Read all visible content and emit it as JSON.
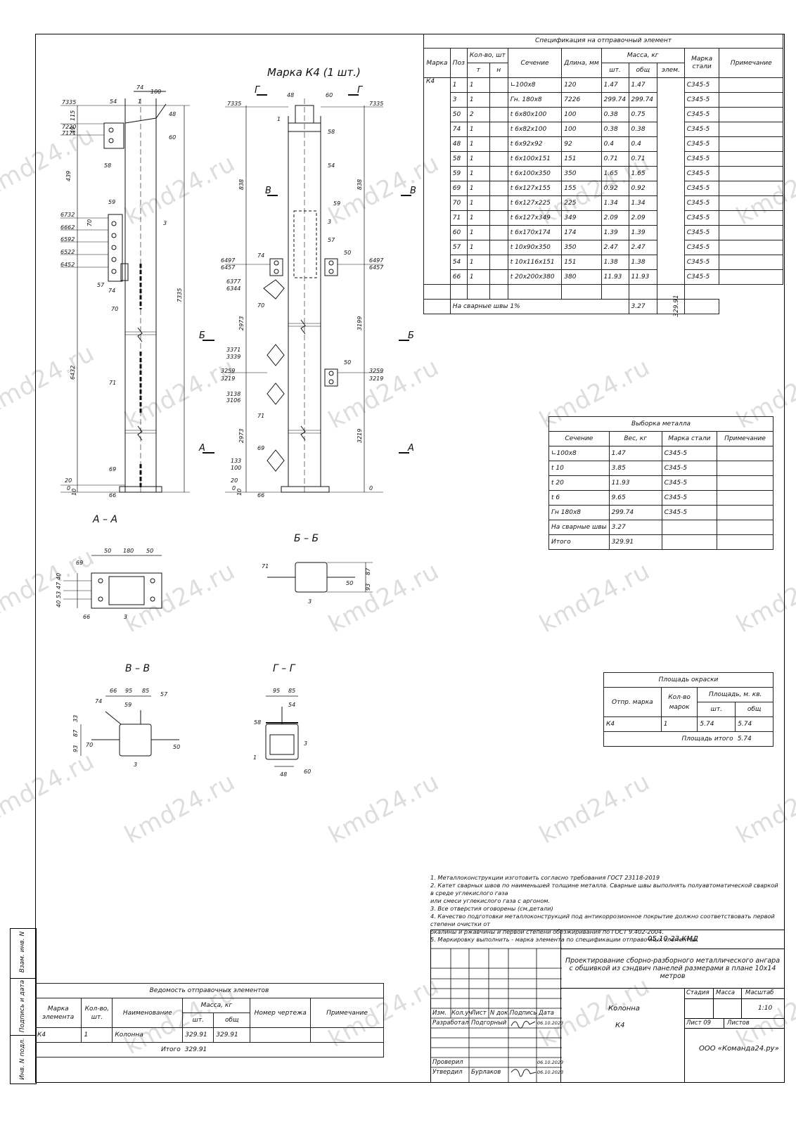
{
  "watermark": "kmd24.ru",
  "drawing": {
    "mark_title": "Марка К4 (1 шт.)",
    "section_labels": [
      "А – А",
      "Б – Б",
      "В – В",
      "Г – Г"
    ],
    "cut_letters": [
      "Г",
      "Г",
      "В",
      "В",
      "Б",
      "Б",
      "А",
      "А"
    ],
    "left_view_dims": [
      "7335",
      "7220",
      "7171",
      "439",
      "6732",
      "6662",
      "6592",
      "6522",
      "6452",
      "6432",
      "7335",
      "20",
      "0",
      "10",
      "74",
      "100",
      "115",
      "49",
      "70"
    ],
    "left_view_parts": [
      "54",
      "1",
      "48",
      "60",
      "58",
      "59",
      "3",
      "57",
      "74",
      "70",
      "71",
      "69",
      "66"
    ],
    "right_view_dims": [
      "7335",
      "7335",
      "838",
      "838",
      "6497",
      "6457",
      "6377",
      "6344",
      "2973",
      "3199",
      "3371",
      "3339",
      "3259",
      "3219",
      "3138",
      "3106",
      "2973",
      "3219",
      "133",
      "100",
      "20",
      "0",
      "10",
      "6497",
      "6457",
      "3259",
      "3219",
      "0"
    ],
    "right_view_parts": [
      "48",
      "60",
      "1",
      "58",
      "54",
      "59",
      "3",
      "57",
      "74",
      "50",
      "70",
      "50",
      "71",
      "69",
      "66"
    ],
    "section_aa": {
      "dims": [
        "50",
        "180",
        "50",
        "40",
        "47",
        "53",
        "40"
      ],
      "parts": [
        "69",
        "66",
        "3"
      ]
    },
    "section_bb": {
      "dims": [
        "87",
        "93"
      ],
      "parts": [
        "71",
        "50",
        "3"
      ]
    },
    "section_vv": {
      "dims": [
        "66",
        "95",
        "85",
        "33",
        "87",
        "93"
      ],
      "parts": [
        "74",
        "59",
        "57",
        "70",
        "50",
        "3"
      ]
    },
    "section_gg": {
      "dims": [
        "95",
        "85"
      ],
      "parts": [
        "58",
        "54",
        "1",
        "3",
        "48",
        "60"
      ]
    }
  },
  "spec": {
    "title": "Спецификация на отправочный элемент",
    "headers": {
      "marka": "Марка",
      "poz": "Поз",
      "kolvo": "Кол-во, шт",
      "t": "т",
      "n": "н",
      "sechenie": "Сечение",
      "dlina": "Длина, мм",
      "massa": "Масса, кг",
      "sht": "шт.",
      "obsh": "общ",
      "elem": "элем.",
      "marka_stali": "Марка стали",
      "primech": "Примечание"
    },
    "mark": "К4",
    "rows": [
      [
        "1",
        "1",
        "",
        "∟100х8",
        "120",
        "1.47",
        "1.47",
        "С345-5"
      ],
      [
        "3",
        "1",
        "",
        "Гн.   180х8",
        "7226",
        "299.74",
        "299.74",
        "С345-5"
      ],
      [
        "50",
        "2",
        "",
        "t 6х80х100",
        "100",
        "0.38",
        "0.75",
        "С345-5"
      ],
      [
        "74",
        "1",
        "",
        "t 6х82х100",
        "100",
        "0.38",
        "0.38",
        "С345-5"
      ],
      [
        "48",
        "1",
        "",
        "t 6х92х92",
        "92",
        "0.4",
        "0.4",
        "С345-5"
      ],
      [
        "58",
        "1",
        "",
        "t 6х100х151",
        "151",
        "0.71",
        "0.71",
        "С345-5"
      ],
      [
        "59",
        "1",
        "",
        "t 6х100х350",
        "350",
        "1.65",
        "1.65",
        "С345-5"
      ],
      [
        "69",
        "1",
        "",
        "t 6х127х155",
        "155",
        "0.92",
        "0.92",
        "С345-5"
      ],
      [
        "70",
        "1",
        "",
        "t 6х127х225",
        "225",
        "1.34",
        "1.34",
        "С345-5"
      ],
      [
        "71",
        "1",
        "",
        "t 6х127х349",
        "349",
        "2.09",
        "2.09",
        "С345-5"
      ],
      [
        "60",
        "1",
        "",
        "t 6х170х174",
        "174",
        "1.39",
        "1.39",
        "С345-5"
      ],
      [
        "57",
        "1",
        "",
        "t 10х90х350",
        "350",
        "2.47",
        "2.47",
        "С345-5"
      ],
      [
        "54",
        "1",
        "",
        "t 10х116х151",
        "151",
        "1.38",
        "1.38",
        "С345-5"
      ],
      [
        "66",
        "1",
        "",
        "t 20х200х380",
        "380",
        "11.93",
        "11.93",
        "С345-5"
      ]
    ],
    "welds_label": "На сварные швы 1%",
    "welds_value": "3.27",
    "elem_total": "329.91"
  },
  "vyborka": {
    "title": "Выборка металла",
    "headers": [
      "Сечение",
      "Вес, кг",
      "Марка стали",
      "Примечание"
    ],
    "rows": [
      [
        "∟100х8",
        "1.47",
        "С345-5",
        ""
      ],
      [
        "t 10",
        "3.85",
        "С345-5",
        ""
      ],
      [
        "t 20",
        "11.93",
        "С345-5",
        ""
      ],
      [
        "t 6",
        "9.65",
        "С345-5",
        ""
      ],
      [
        "Гн    180х8",
        "299.74",
        "С345-5",
        ""
      ],
      [
        "На сварные швы",
        "3.27",
        "",
        ""
      ],
      [
        "Итого",
        "329.91",
        "",
        ""
      ]
    ]
  },
  "okraska": {
    "title": "Площадь окраски",
    "h_mark": "Отпр. марка",
    "h_kol": "Кол-во марок",
    "h_area": "Площадь, м. кв.",
    "h_sht": "шт.",
    "h_obsh": "общ",
    "row": [
      "К4",
      "1",
      "5.74",
      "5.74"
    ],
    "total_label": "Площадь итого",
    "total_value": "5.74"
  },
  "notes": [
    "1. Металлоконструкции изготовить согласно требования ГОСТ 23118-2019",
    "2. Катет сварных швов по наименьшей толщине металла. Сварные швы выполнять полуавтоматической сваркой в среде углекислого газа",
    "или смеси углекислого газа с аргоном.",
    "3. Все отверстия оговорены (см.детали)",
    "4. Качество подготовки металлоконструкций под антикоррозионное покрытие должно соответствовать первой степени очистки от",
    "окалины и  ржавчины и первой степени обезжиривания по ГОСТ 9.402-2004.",
    "5. Маркировку выполнить - марка элемента по спецификации отправочных элементов."
  ],
  "vedomost": {
    "title": "Ведомость отправочных элементов",
    "headers": {
      "marka": "Марка элемента",
      "kol": "Кол-во, шт.",
      "name": "Наименование",
      "massa": "Масса, кг",
      "sht": "шт.",
      "obsh": "общ",
      "nomer": "Номер чертежа",
      "primech": "Примечание"
    },
    "row": [
      "К4",
      "1",
      "Колонна",
      "329.91",
      "329.91",
      "",
      ""
    ],
    "total_label": "Итого",
    "total_value": "329.91"
  },
  "stamp": {
    "code": "05.10-23.КМД",
    "project": "Проектирование сборно-разборного металлического ангара с обшивкой из сэндвич панелей размерами в плане 10х14 метров",
    "headers": [
      "Изм.",
      "Кол.уч",
      "Лист",
      "N док.",
      "Подпись",
      "Дата"
    ],
    "razrab_label": "Разработал",
    "razrab_name": "Подгорный",
    "razrab_date": "06.10.2023",
    "proveril_label": "Проверил",
    "proveril_date": "06.10.2023",
    "utverdil_label": "Утвердил",
    "utverdil_name": "Бурлаков",
    "utverdil_date": "06.10.2023",
    "element_name": "Колонна",
    "element_mark": "К4",
    "stadia_label": "Стадия",
    "massa_label": "Масса",
    "masshtab_label": "Масштаб",
    "masshtab_value": "1:10",
    "list_label": "Лист 09",
    "listov_label": "Листов",
    "company": "ООО «Команда24.ру»"
  },
  "side_strip": [
    "Взам. инв. N",
    "Подпись и дата",
    "Инв. N подл."
  ]
}
